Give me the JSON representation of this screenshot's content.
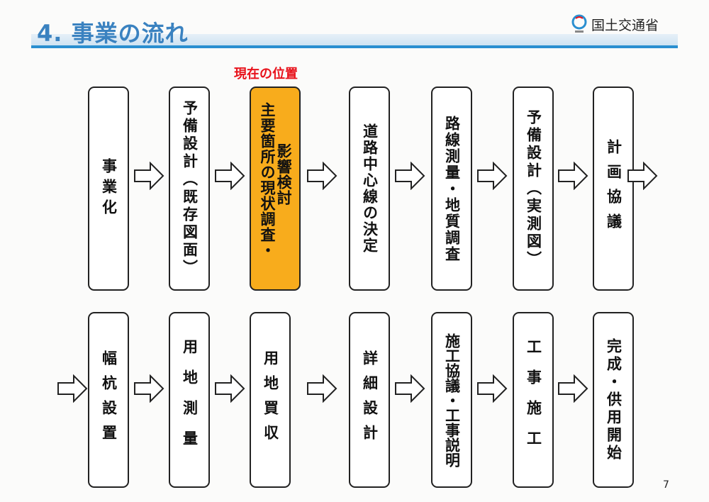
{
  "header": {
    "title": "4. 事業の流れ",
    "ministry": "国土交通省"
  },
  "current_label": "現在の位置",
  "row1": [
    "事業化",
    "予備設計（既存図面）",
    "主要箇所の現状調査・",
    "影響検討",
    "道路中心線の決定",
    "路線測量・地質調査",
    "予備設計（実測図）",
    "計画協議"
  ],
  "row2": [
    "幅杭設置",
    "用地測量",
    "用地買収",
    "詳細設計",
    "施工協議・工事説明",
    "工事施工",
    "完成・供用開始"
  ],
  "page_number": "7",
  "colors": {
    "accent": "#3a82c0",
    "highlight": "#f8ac1c",
    "current": "#e8121b"
  }
}
